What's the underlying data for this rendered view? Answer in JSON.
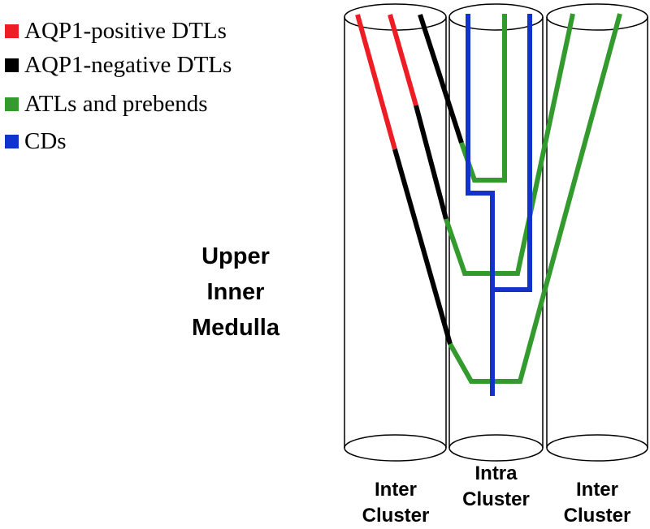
{
  "legend": [
    {
      "label": "AQP1-positive DTLs",
      "color": "#ee1c24"
    },
    {
      "label": "AQP1-negative DTLs",
      "color": "#000000"
    },
    {
      "label": "ATLs and prebends",
      "color": "#339a2e"
    },
    {
      "label": "CDs",
      "color": "#1133cc"
    }
  ],
  "region": {
    "line1": "Upper",
    "line2": "Inner",
    "line3": "Medulla"
  },
  "columns": [
    {
      "line1": "Inter",
      "line2": "Cluster"
    },
    {
      "line1": "Intra",
      "line2": "Cluster"
    },
    {
      "line1": "Inter",
      "line2": "Cluster"
    }
  ]
}
